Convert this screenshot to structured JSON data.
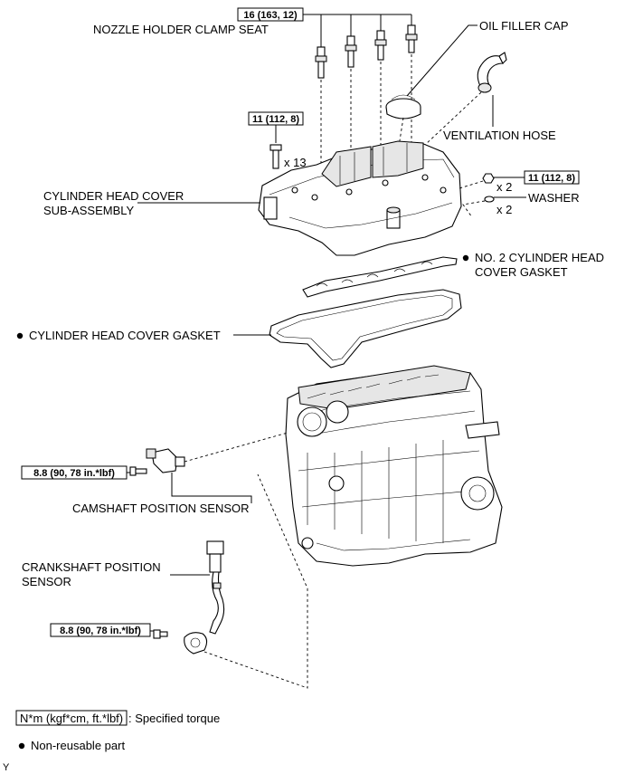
{
  "torques": {
    "nozzle_clamp": "16 (163, 12)",
    "head_cover_bolt": "11 (112, 8)",
    "head_cover_nut": "11 (112, 8)",
    "camshaft_sensor": "8.8 (90, 78 in.*lbf)",
    "crankshaft_sensor": "8.8 (90, 78 in.*lbf)"
  },
  "labels": {
    "nozzle_holder_clamp_seat": "NOZZLE HOLDER CLAMP SEAT",
    "oil_filler_cap": "OIL FILLER CAP",
    "ventilation_hose": "VENTILATION HOSE",
    "bolt_qty": "x 13",
    "nut_qty": "x 2",
    "washer": "WASHER",
    "washer_qty": "x 2",
    "cylinder_head_cover_line1": "CYLINDER HEAD COVER",
    "cylinder_head_cover_line2": "SUB-ASSEMBLY",
    "no2_gasket_line1": "NO. 2 CYLINDER HEAD",
    "no2_gasket_line2": "COVER GASKET",
    "head_cover_gasket": "CYLINDER HEAD COVER GASKET",
    "camshaft_position_sensor": "CAMSHAFT POSITION SENSOR",
    "crankshaft_sensor_line1": "CRANKSHAFT POSITION",
    "crankshaft_sensor_line2": "SENSOR"
  },
  "legend": {
    "torque_box": "N*m (kgf*cm, ft.*lbf)",
    "torque_desc": ": Specified torque",
    "non_reusable": "Non-reusable part"
  },
  "corner_mark": "Y"
}
